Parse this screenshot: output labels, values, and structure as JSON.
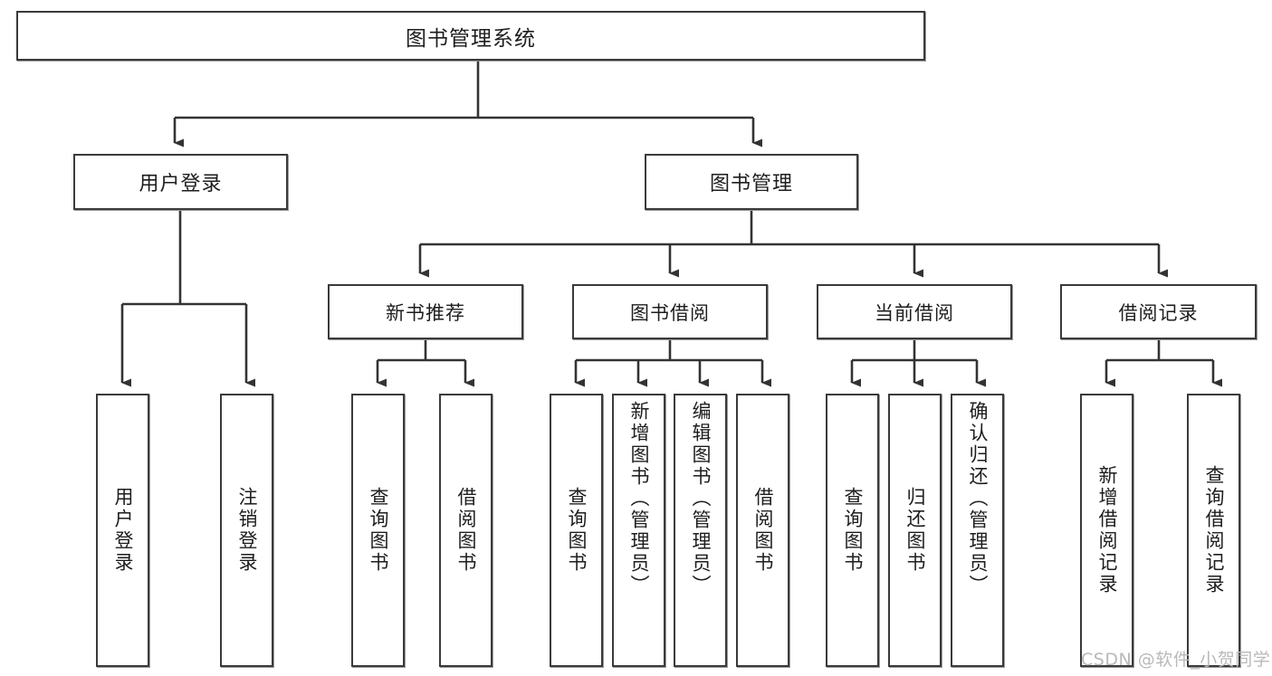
{
  "diagram": {
    "title": "图书管理系统",
    "type": "hierarchy-tree",
    "root": {
      "label": "图书管理系统"
    },
    "level2": [
      {
        "label": "用户登录"
      },
      {
        "label": "图书管理"
      }
    ],
    "level3": [
      {
        "label": "新书推荐"
      },
      {
        "label": "图书借阅"
      },
      {
        "label": "当前借阅"
      },
      {
        "label": "借阅记录"
      }
    ],
    "leaves": [
      {
        "label": "用户登录",
        "group": "用户登录"
      },
      {
        "label": "注销登录",
        "group": "用户登录"
      },
      {
        "label": "查询图书",
        "group": "新书推荐"
      },
      {
        "label": "借阅图书",
        "group": "新书推荐"
      },
      {
        "label": "查询图书",
        "group": "图书借阅"
      },
      {
        "label": "新增图书（管理员）",
        "group": "图书借阅"
      },
      {
        "label": "编辑图书（管理员）",
        "group": "图书借阅"
      },
      {
        "label": "借阅图书",
        "group": "图书借阅"
      },
      {
        "label": "查询图书",
        "group": "当前借阅"
      },
      {
        "label": "归还图书",
        "group": "当前借阅"
      },
      {
        "label": "确认归还（管理员）",
        "group": "当前借阅"
      },
      {
        "label": "新增借阅记录",
        "group": "借阅记录"
      },
      {
        "label": "查询借阅记录",
        "group": "借阅记录"
      }
    ]
  },
  "watermark": {
    "text": "CSDN @软件_小贺同学"
  },
  "colors": {
    "box_border": "#3a3a3a",
    "box_fill": "#ffffff",
    "connector": "#333333",
    "text": "#1d1d1d",
    "watermark": "#b9b9b9"
  },
  "chart_data": {
    "type": "table",
    "title": "图书管理系统",
    "nodes": [
      {
        "id": "root",
        "label": "图书管理系统",
        "level": 1,
        "parent": null
      },
      {
        "id": "n1",
        "label": "用户登录",
        "level": 2,
        "parent": "root"
      },
      {
        "id": "n2",
        "label": "图书管理",
        "level": 2,
        "parent": "root"
      },
      {
        "id": "n1a",
        "label": "用户登录",
        "level": 3,
        "parent": "n1"
      },
      {
        "id": "n1b",
        "label": "注销登录",
        "level": 3,
        "parent": "n1"
      },
      {
        "id": "n2a",
        "label": "新书推荐",
        "level": 3,
        "parent": "n2"
      },
      {
        "id": "n2b",
        "label": "图书借阅",
        "level": 3,
        "parent": "n2"
      },
      {
        "id": "n2c",
        "label": "当前借阅",
        "level": 3,
        "parent": "n2"
      },
      {
        "id": "n2d",
        "label": "借阅记录",
        "level": 3,
        "parent": "n2"
      },
      {
        "id": "n2a1",
        "label": "查询图书",
        "level": 4,
        "parent": "n2a"
      },
      {
        "id": "n2a2",
        "label": "借阅图书",
        "level": 4,
        "parent": "n2a"
      },
      {
        "id": "n2b1",
        "label": "查询图书",
        "level": 4,
        "parent": "n2b"
      },
      {
        "id": "n2b2",
        "label": "新增图书（管理员）",
        "level": 4,
        "parent": "n2b"
      },
      {
        "id": "n2b3",
        "label": "编辑图书（管理员）",
        "level": 4,
        "parent": "n2b"
      },
      {
        "id": "n2b4",
        "label": "借阅图书",
        "level": 4,
        "parent": "n2b"
      },
      {
        "id": "n2c1",
        "label": "查询图书",
        "level": 4,
        "parent": "n2c"
      },
      {
        "id": "n2c2",
        "label": "归还图书",
        "level": 4,
        "parent": "n2c"
      },
      {
        "id": "n2c3",
        "label": "确认归还（管理员）",
        "level": 4,
        "parent": "n2c"
      },
      {
        "id": "n2d1",
        "label": "新增借阅记录",
        "level": 4,
        "parent": "n2d"
      },
      {
        "id": "n2d2",
        "label": "查询借阅记录",
        "level": 4,
        "parent": "n2d"
      }
    ]
  }
}
